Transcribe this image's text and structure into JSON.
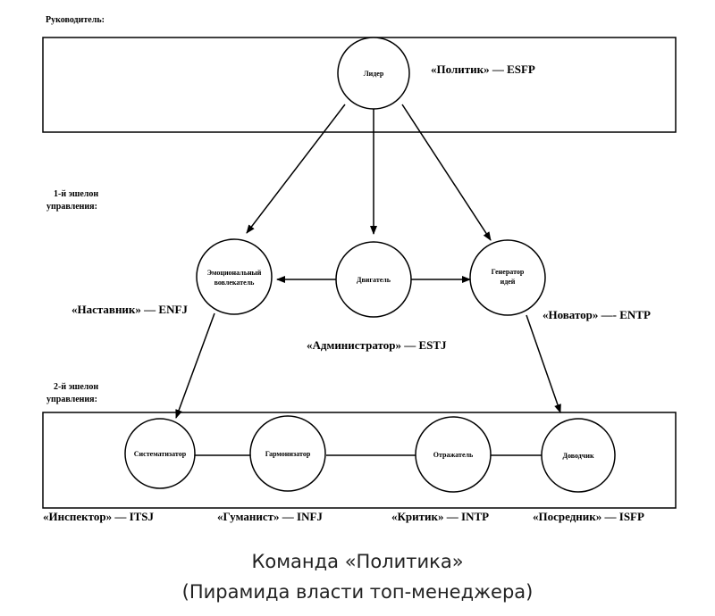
{
  "levels": {
    "leader": "Руководитель:",
    "echelon1_line1": "1-й эшелон",
    "echelon1_line2": "управления:",
    "echelon2_line1": "2-й эшелон",
    "echelon2_line2": "управления:"
  },
  "nodes": {
    "leader": "Лидер",
    "emotional_line1": "Эмоциональный",
    "emotional_line2": "вовлекатель",
    "engine": "Двигатель",
    "generator_line1": "Генератор",
    "generator_line2": "идей",
    "systematizer": "Систематизатор",
    "harmonizer": "Гармонизатор",
    "reflector": "Отражатель",
    "finisher": "Доводчик"
  },
  "roles": {
    "politician": "«Политик» — ESFP",
    "mentor": "«Наставник» — ENFJ",
    "innovator": "«Новатор» —- ENTP",
    "administrator": "«Администратор» — ESTJ",
    "inspector": "«Инспектор» — ITSJ",
    "humanist": "«Гуманист» — INFJ",
    "critic": "«Критик» — INTP",
    "mediator": "«Посредник» — ISFP"
  },
  "caption": {
    "line1": "Команда «Политика»",
    "line2": "(Пирамида власти топ-менеджера)"
  }
}
